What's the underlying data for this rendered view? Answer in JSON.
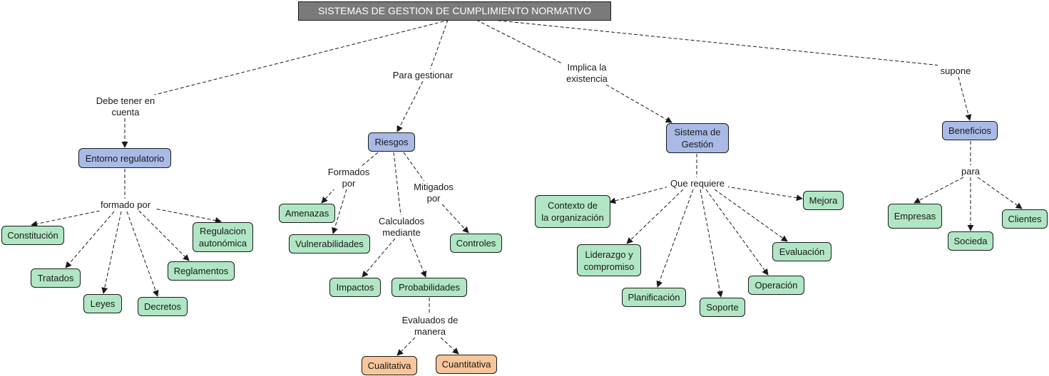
{
  "colors": {
    "root_fill": "#7a7a7a",
    "concept_blue": "#aabae6",
    "concept_green": "#b0e6c4",
    "concept_orange": "#f7c69a",
    "edge": "#1a1a1a"
  },
  "nodes": {
    "root": "SISTEMAS DE GESTION DE CUMPLIMIENTO NORMATIVO",
    "entorno": "Entorno regulatorio",
    "riesgos": "Riesgos",
    "sistema": "Sistema de\nGestión",
    "beneficios": "Beneficios",
    "constitucion": "Constitución",
    "tratados": "Tratados",
    "leyes": "Leyes",
    "decretos": "Decretos",
    "reglamentos": "Reglamentos",
    "regulacion": "Regulacion\nautonómica",
    "amenazas": "Amenazas",
    "vulnerabilidades": "Vulnerabilidades",
    "impactos": "Impactos",
    "probabilidades": "Probabilidades",
    "controles": "Controles",
    "cualitativa": "Cualitativa",
    "cuantitativa": "Cuantitativa",
    "contexto": "Contexto de\nla organización",
    "liderazgo": "Liderazgo y\ncompromiso",
    "planificacion": "Planificación",
    "soporte": "Soporte",
    "operacion": "Operación",
    "evaluacion": "Evaluación",
    "mejora": "Mejora",
    "empresas": "Empresas",
    "sociedad": "Socieda",
    "clientes": "Clientes"
  },
  "links": {
    "debe": "Debe tener en\ncuenta",
    "para_gestionar": "Para gestionar",
    "implica": "Implica la\nexistencia",
    "supone": "supone",
    "formado_por": "formado por",
    "formados_por": "Formados\npor",
    "calculados": "Calculados\nmediante",
    "mitigados": "Mitigados\npor",
    "evaluados": "Evaluados de\nmanera",
    "que_requiere": "Que requiere",
    "para": "para"
  }
}
